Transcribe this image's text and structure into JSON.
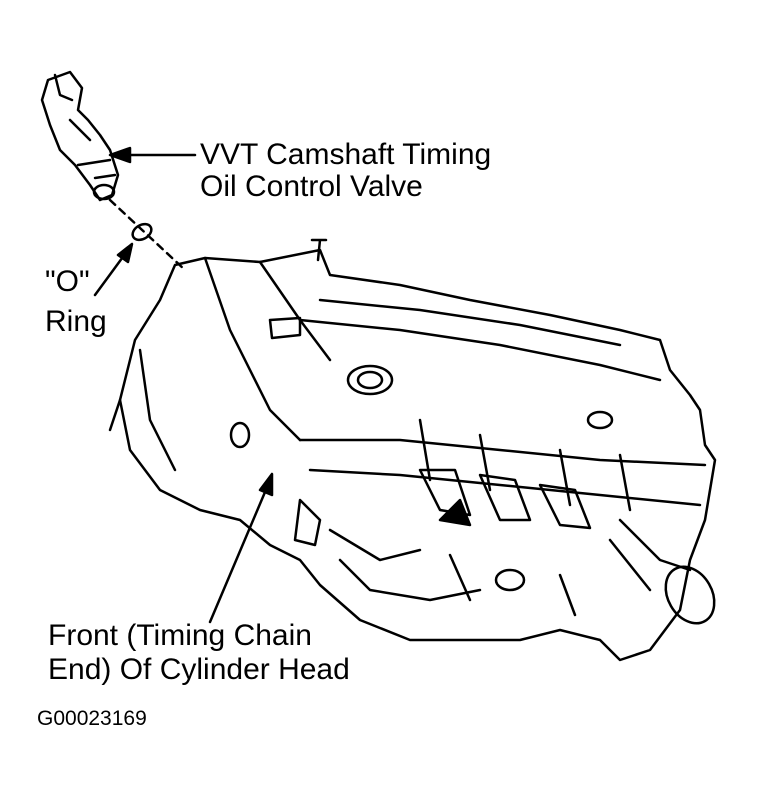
{
  "labels": {
    "valve_line1": "VVT Camshaft Timing",
    "valve_line2": "Oil Control Valve",
    "oring_line1": "\"O\"",
    "oring_line2": "Ring",
    "front_line1": "Front (Timing Chain",
    "front_line2": "End) Of Cylinder Head"
  },
  "figure_id": "G00023169"
}
